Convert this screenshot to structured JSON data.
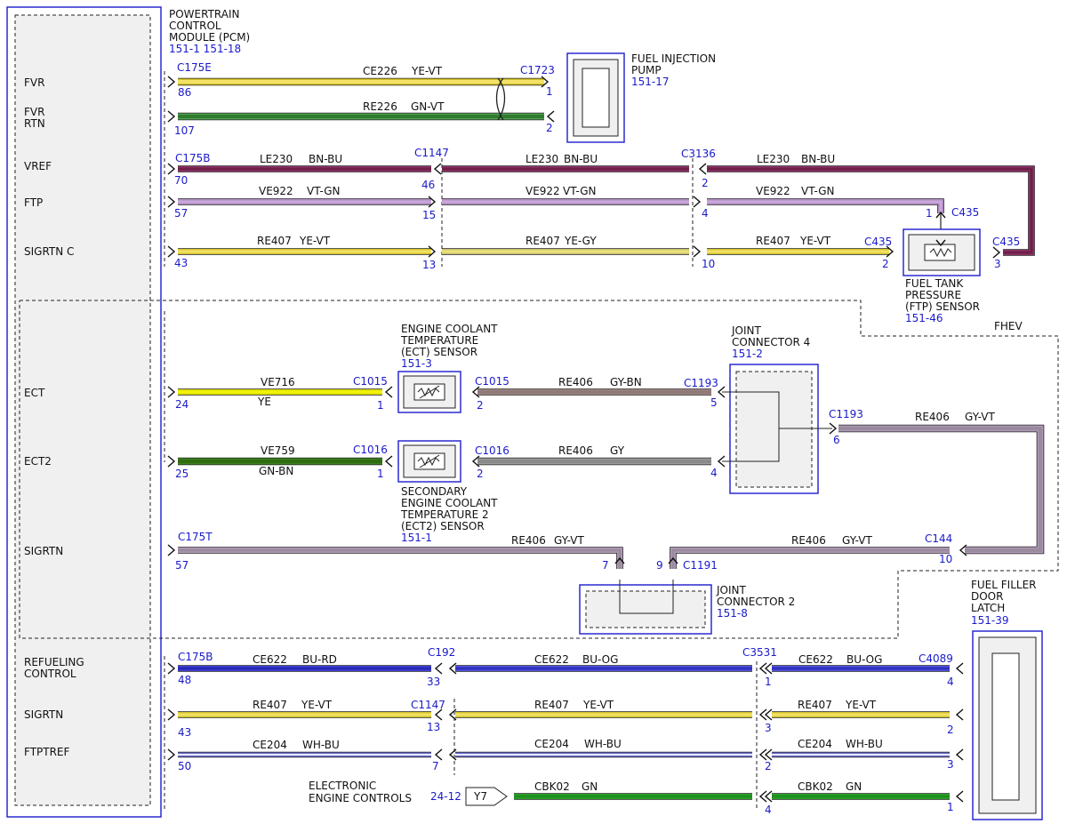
{
  "pcm": {
    "title": [
      "POWERTRAIN",
      "CONTROL",
      "MODULE (PCM)"
    ],
    "ref": "151-1  151-18",
    "pins": [
      "FVR",
      "FVR",
      "RTN",
      "VREF",
      "FTP",
      "SIGRTN C",
      "ECT",
      "ECT2",
      "SIGRTN",
      "REFUELING",
      "CONTROL",
      "SIGRTN",
      "FTPTREF"
    ]
  },
  "components": {
    "fuel_injection_pump": {
      "title": [
        "FUEL INJECTION",
        "PUMP"
      ],
      "ref": "151-17"
    },
    "ftp_sensor": {
      "title": [
        "FUEL TANK",
        "PRESSURE",
        "(FTP) SENSOR"
      ],
      "ref": "151-46"
    },
    "fhev": "FHEV",
    "ect_sensor": {
      "title": [
        "ENGINE COOLANT",
        "TEMPERATURE",
        "(ECT) SENSOR"
      ],
      "ref": "151-3"
    },
    "ect2_sensor": {
      "title": [
        "SECONDARY",
        "ENGINE COOLANT",
        "TEMPERATURE 2",
        "(ECT2) SENSOR"
      ],
      "ref": "151-1"
    },
    "joint_connector_4": {
      "title": [
        "JOINT",
        "CONNECTOR 4"
      ],
      "ref": "151-2"
    },
    "joint_connector_2": {
      "title": [
        "JOINT",
        "CONNECTOR 2"
      ],
      "ref": "151-8"
    },
    "fuel_filler_door_latch": {
      "title": [
        "FUEL FILLER",
        "DOOR",
        "LATCH"
      ],
      "ref": "151-39"
    },
    "electronic_engine_controls": {
      "title": [
        "ELECTRONIC",
        "ENGINE CONTROLS"
      ],
      "ref": "24-12",
      "tag": "Y7"
    }
  },
  "wire_colors": {
    "YE-VT": [
      "#f2e268",
      "#d6c42a"
    ],
    "GN-VT": [
      "#2e7d2e",
      "#55a055"
    ],
    "BN-BU": [
      "#6e2048",
      "#8e3068"
    ],
    "VT-GN": [
      "#c9a9d9",
      "#b08ac4"
    ],
    "YE-GY": [
      "#ebe27a",
      "#c9c070"
    ],
    "YE": [
      "#f4f40a",
      "#d8d800"
    ],
    "GY-BN": [
      "#8c7a78",
      "#a08080"
    ],
    "GN-BN": [
      "#2e6e10",
      "#3f8020"
    ],
    "GY": [
      "#8a8a8a",
      "#9c9c9c"
    ],
    "GY-VT": [
      "#9a8a9e",
      "#b09ab8"
    ],
    "BU-RD": [
      "#2828b8",
      "#4040d0"
    ],
    "BU-OG": [
      "#3030c0",
      "#5050d8"
    ],
    "WH-BU": [
      "#e8e8ff",
      "#6868c8"
    ],
    "GN": [
      "#1e8e1e",
      "#28a028"
    ]
  },
  "labels": [
    {
      "name": "conn-c175e",
      "text": "C175E",
      "kind": "connector"
    },
    {
      "name": "pin-86",
      "text": "86",
      "kind": "pin"
    },
    {
      "name": "wire-ce226",
      "text": "CE226",
      "kind": "wire"
    },
    {
      "name": "color-ce226",
      "text": "YE-VT",
      "kind": "wire"
    },
    {
      "name": "conn-c1723",
      "text": "C1723",
      "kind": "connector"
    },
    {
      "name": "pin-1-c1723",
      "text": "1",
      "kind": "pin"
    },
    {
      "name": "pin-107",
      "text": "107",
      "kind": "pin"
    },
    {
      "name": "wire-re226",
      "text": "RE226",
      "kind": "wire"
    },
    {
      "name": "color-re226",
      "text": "GN-VT",
      "kind": "wire"
    },
    {
      "name": "pin-2-c1723",
      "text": "2",
      "kind": "pin"
    },
    {
      "name": "conn-c175b-top",
      "text": "C175B",
      "kind": "connector"
    },
    {
      "name": "pin-70",
      "text": "70",
      "kind": "pin"
    },
    {
      "name": "wire-le230-a",
      "text": "LE230",
      "kind": "wire"
    },
    {
      "name": "color-le230-a",
      "text": "BN-BU",
      "kind": "wire"
    },
    {
      "name": "conn-c1147-top",
      "text": "C1147",
      "kind": "connector"
    },
    {
      "name": "pin-46",
      "text": "46",
      "kind": "pin"
    },
    {
      "name": "wire-le230-b",
      "text": "LE230",
      "kind": "wire"
    },
    {
      "name": "color-le230-b",
      "text": "BN-BU",
      "kind": "wire"
    },
    {
      "name": "conn-c3136",
      "text": "C3136",
      "kind": "connector"
    },
    {
      "name": "pin-2-c3136",
      "text": "2",
      "kind": "pin"
    },
    {
      "name": "wire-le230-c",
      "text": "LE230",
      "kind": "wire"
    },
    {
      "name": "color-le230-c",
      "text": "BN-BU",
      "kind": "wire"
    },
    {
      "name": "pin-57-ftp",
      "text": "57",
      "kind": "pin"
    },
    {
      "name": "wire-ve922-a",
      "text": "VE922",
      "kind": "wire"
    },
    {
      "name": "color-ve922-a",
      "text": "VT-GN",
      "kind": "wire"
    },
    {
      "name": "pin-15",
      "text": "15",
      "kind": "pin"
    },
    {
      "name": "wire-ve922-b",
      "text": "VE922",
      "kind": "wire"
    },
    {
      "name": "color-ve922-b",
      "text": "VT-GN",
      "kind": "wire"
    },
    {
      "name": "pin-4-c3136",
      "text": "4",
      "kind": "pin"
    },
    {
      "name": "wire-ve922-c",
      "text": "VE922",
      "kind": "wire"
    },
    {
      "name": "color-ve922-c",
      "text": "VT-GN",
      "kind": "wire"
    },
    {
      "name": "pin-1-c435",
      "text": "1",
      "kind": "pin"
    },
    {
      "name": "conn-c435-1",
      "text": "C435",
      "kind": "connector"
    },
    {
      "name": "pin-43-sigrtnc",
      "text": "43",
      "kind": "pin"
    },
    {
      "name": "wire-re407-a",
      "text": "RE407",
      "kind": "wire"
    },
    {
      "name": "color-re407-a",
      "text": "YE-VT",
      "kind": "wire"
    },
    {
      "name": "pin-13",
      "text": "13",
      "kind": "pin"
    },
    {
      "name": "wire-re407-b",
      "text": "RE407",
      "kind": "wire"
    },
    {
      "name": "color-re407-b",
      "text": "YE-GY",
      "kind": "wire"
    },
    {
      "name": "pin-10-c3136",
      "text": "10",
      "kind": "pin"
    },
    {
      "name": "wire-re407-c",
      "text": "RE407",
      "kind": "wire"
    },
    {
      "name": "color-re407-c",
      "text": "YE-VT",
      "kind": "wire"
    },
    {
      "name": "conn-c435-2",
      "text": "C435",
      "kind": "connector"
    },
    {
      "name": "pin-2-c435",
      "text": "2",
      "kind": "pin"
    },
    {
      "name": "conn-c435-3",
      "text": "C435",
      "kind": "connector"
    },
    {
      "name": "pin-3-c435",
      "text": "3",
      "kind": "pin"
    },
    {
      "name": "wire-ve716",
      "text": "VE716",
      "kind": "wire"
    },
    {
      "name": "color-ve716",
      "text": "YE",
      "kind": "wire"
    },
    {
      "name": "pin-24",
      "text": "24",
      "kind": "pin"
    },
    {
      "name": "conn-c1015-a",
      "text": "C1015",
      "kind": "connector"
    },
    {
      "name": "pin-1-c1015",
      "text": "1",
      "kind": "pin"
    },
    {
      "name": "conn-c1015-b",
      "text": "C1015",
      "kind": "connector"
    },
    {
      "name": "pin-2-c1015",
      "text": "2",
      "kind": "pin"
    },
    {
      "name": "wire-re406-a",
      "text": "RE406",
      "kind": "wire"
    },
    {
      "name": "color-re406-a",
      "text": "GY-BN",
      "kind": "wire"
    },
    {
      "name": "conn-c1193-5",
      "text": "C1193",
      "kind": "connector"
    },
    {
      "name": "pin-5-c1193",
      "text": "5",
      "kind": "pin"
    },
    {
      "name": "conn-c1193-6",
      "text": "C1193",
      "kind": "connector"
    },
    {
      "name": "pin-6-c1193",
      "text": "6",
      "kind": "pin"
    },
    {
      "name": "wire-re406-b",
      "text": "RE406",
      "kind": "wire"
    },
    {
      "name": "color-re406-b",
      "text": "GY-VT",
      "kind": "wire"
    },
    {
      "name": "wire-ve759",
      "text": "VE759",
      "kind": "wire"
    },
    {
      "name": "color-ve759",
      "text": "GN-BN",
      "kind": "wire"
    },
    {
      "name": "pin-25",
      "text": "25",
      "kind": "pin"
    },
    {
      "name": "conn-c1016-a",
      "text": "C1016",
      "kind": "connector"
    },
    {
      "name": "pin-1-c1016",
      "text": "1",
      "kind": "pin"
    },
    {
      "name": "conn-c1016-b",
      "text": "C1016",
      "kind": "connector"
    },
    {
      "name": "pin-2-c1016",
      "text": "2",
      "kind": "pin"
    },
    {
      "name": "wire-re406-c",
      "text": "RE406",
      "kind": "wire"
    },
    {
      "name": "color-re406-c",
      "text": "GY",
      "kind": "wire"
    },
    {
      "name": "pin-4-c1193",
      "text": "4",
      "kind": "pin"
    },
    {
      "name": "conn-c175t",
      "text": "C175T",
      "kind": "connector"
    },
    {
      "name": "pin-57-sigrtn",
      "text": "57",
      "kind": "pin"
    },
    {
      "name": "wire-re406-d",
      "text": "RE406",
      "kind": "wire"
    },
    {
      "name": "color-re406-d",
      "text": "GY-VT",
      "kind": "wire"
    },
    {
      "name": "pin-7-c1191",
      "text": "7",
      "kind": "pin"
    },
    {
      "name": "pin-9-c1191",
      "text": "9",
      "kind": "pin"
    },
    {
      "name": "conn-c1191",
      "text": "C1191",
      "kind": "connector"
    },
    {
      "name": "wire-re406-e",
      "text": "RE406",
      "kind": "wire"
    },
    {
      "name": "color-re406-e",
      "text": "GY-VT",
      "kind": "wire"
    },
    {
      "name": "conn-c144",
      "text": "C144",
      "kind": "connector"
    },
    {
      "name": "pin-10-c144",
      "text": "10",
      "kind": "pin"
    },
    {
      "name": "conn-c175b-bottom",
      "text": "C175B",
      "kind": "connector"
    },
    {
      "name": "pin-48",
      "text": "48",
      "kind": "pin"
    },
    {
      "name": "wire-ce622-a",
      "text": "CE622",
      "kind": "wire"
    },
    {
      "name": "color-ce622-a",
      "text": "BU-RD",
      "kind": "wire"
    },
    {
      "name": "conn-c192",
      "text": "C192",
      "kind": "connector"
    },
    {
      "name": "pin-33",
      "text": "33",
      "kind": "pin"
    },
    {
      "name": "wire-ce622-b",
      "text": "CE622",
      "kind": "wire"
    },
    {
      "name": "color-ce622-b",
      "text": "BU-OG",
      "kind": "wire"
    },
    {
      "name": "conn-c3531",
      "text": "C3531",
      "kind": "connector"
    },
    {
      "name": "pin-1-c3531",
      "text": "1",
      "kind": "pin"
    },
    {
      "name": "wire-ce622-c",
      "text": "CE622",
      "kind": "wire"
    },
    {
      "name": "color-ce622-c",
      "text": "BU-OG",
      "kind": "wire"
    },
    {
      "name": "conn-c4089",
      "text": "C4089",
      "kind": "connector"
    },
    {
      "name": "pin-4-c4089",
      "text": "4",
      "kind": "pin"
    },
    {
      "name": "pin-43-sigrtn",
      "text": "43",
      "kind": "pin"
    },
    {
      "name": "wire-re407-d",
      "text": "RE407",
      "kind": "wire"
    },
    {
      "name": "color-re407-d",
      "text": "YE-VT",
      "kind": "wire"
    },
    {
      "name": "conn-c1147-bottom",
      "text": "C1147",
      "kind": "connector"
    },
    {
      "name": "pin-13-c1147",
      "text": "13",
      "kind": "pin"
    },
    {
      "name": "wire-re407-e",
      "text": "RE407",
      "kind": "wire"
    },
    {
      "name": "color-re407-e",
      "text": "YE-VT",
      "kind": "wire"
    },
    {
      "name": "pin-3-c3531",
      "text": "3",
      "kind": "pin"
    },
    {
      "name": "wire-re407-f",
      "text": "RE407",
      "kind": "wire"
    },
    {
      "name": "color-re407-f",
      "text": "YE-VT",
      "kind": "wire"
    },
    {
      "name": "pin-2-c4089",
      "text": "2",
      "kind": "pin"
    },
    {
      "name": "pin-50",
      "text": "50",
      "kind": "pin"
    },
    {
      "name": "wire-ce204-a",
      "text": "CE204",
      "kind": "wire"
    },
    {
      "name": "color-ce204-a",
      "text": "WH-BU",
      "kind": "wire"
    },
    {
      "name": "pin-7-c1147",
      "text": "7",
      "kind": "pin"
    },
    {
      "name": "wire-ce204-b",
      "text": "CE204",
      "kind": "wire"
    },
    {
      "name": "color-ce204-b",
      "text": "WH-BU",
      "kind": "wire"
    },
    {
      "name": "pin-2-c3531",
      "text": "2",
      "kind": "pin"
    },
    {
      "name": "wire-ce204-c",
      "text": "CE204",
      "kind": "wire"
    },
    {
      "name": "color-ce204-c",
      "text": "WH-BU",
      "kind": "wire"
    },
    {
      "name": "pin-3-c4089",
      "text": "3",
      "kind": "pin"
    },
    {
      "name": "wire-cbk02-a",
      "text": "CBK02",
      "kind": "wire"
    },
    {
      "name": "color-cbk02-a",
      "text": "GN",
      "kind": "wire"
    },
    {
      "name": "pin-4-c3531",
      "text": "4",
      "kind": "pin"
    },
    {
      "name": "wire-cbk02-b",
      "text": "CBK02",
      "kind": "wire"
    },
    {
      "name": "color-cbk02-b",
      "text": "GN",
      "kind": "wire"
    },
    {
      "name": "pin-1-c4089",
      "text": "1",
      "kind": "pin"
    }
  ]
}
